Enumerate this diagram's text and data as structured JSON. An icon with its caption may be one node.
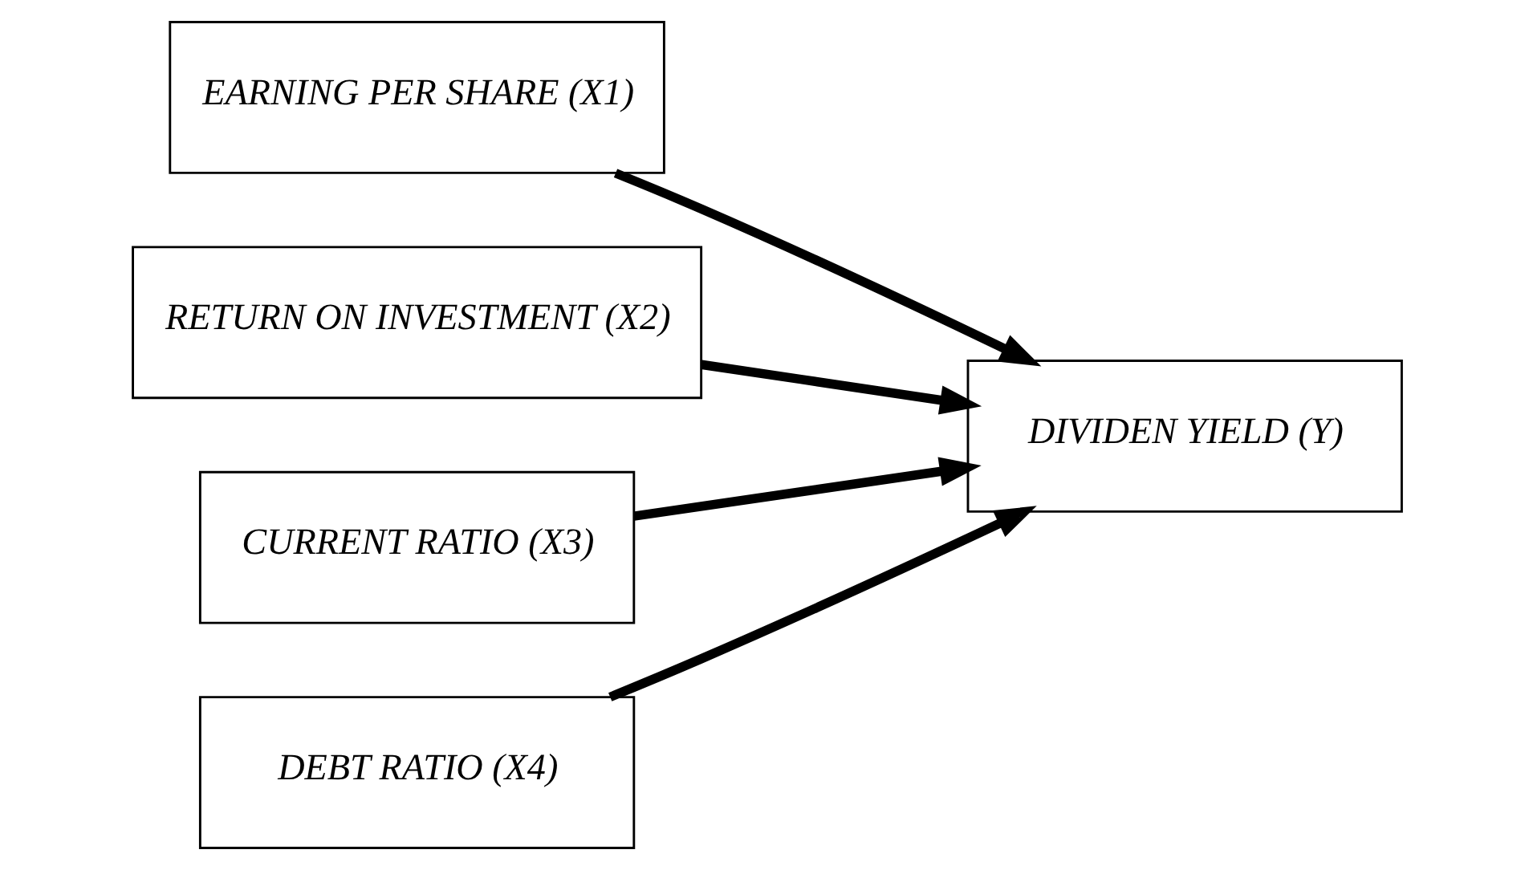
{
  "diagram": {
    "nodes": [
      {
        "text": [
          "EARNING PER SHARE (X1)"
        ]
      },
      {
        "text": [
          "RETURN ON INVESTMENT (X2)"
        ]
      },
      {
        "text": [
          "CURRENT RATIO (X3)"
        ]
      },
      {
        "text": [
          "DEBT RATIO (X4)"
        ]
      },
      {
        "text": [
          "DIVIDEN YIELD (Y)"
        ]
      }
    ],
    "edges": [
      {
        "from": 0,
        "to": 4,
        "arrow": "to"
      },
      {
        "from": 1,
        "to": 4,
        "arrow": "to"
      },
      {
        "from": 2,
        "to": 4,
        "arrow": "to"
      },
      {
        "from": 3,
        "to": 4,
        "arrow": "to"
      }
    ]
  }
}
